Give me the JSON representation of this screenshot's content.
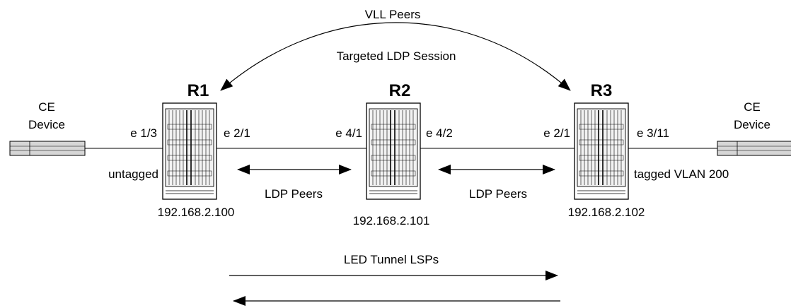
{
  "labels": {
    "vll_peers": "VLL Peers",
    "targeted_ldp": "Targeted LDP Session",
    "ldp_peers_1": "LDP Peers",
    "ldp_peers_2": "LDP Peers",
    "led_tunnel": "LED Tunnel LSPs",
    "untagged": "untagged",
    "tagged_vlan": "tagged VLAN 200"
  },
  "ce_left": {
    "line1": "CE",
    "line2": "Device"
  },
  "ce_right": {
    "line1": "CE",
    "line2": "Device"
  },
  "routers": [
    {
      "name": "R1",
      "ip": "192.168.2.100",
      "port_left": "e 1/3",
      "port_right": "e 2/1"
    },
    {
      "name": "R2",
      "ip": "192.168.2.101",
      "port_left": "e 4/1",
      "port_right": "e 4/2"
    },
    {
      "name": "R3",
      "ip": "192.168.2.102",
      "port_left": "e 2/1",
      "port_right": "e 3/11"
    }
  ]
}
